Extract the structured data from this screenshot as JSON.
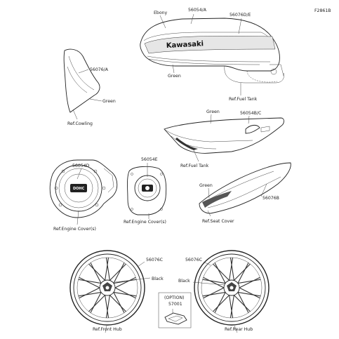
{
  "figure_code": "F2861B",
  "tank_decal": {
    "brand_text": "Kawasaki"
  },
  "labels": {
    "ebony": "Ebony",
    "p56054a": "56054/A",
    "p56076e": "56076D/E",
    "green_tank": "Green",
    "ref_fuel_tank_1": "Ref.Fuel Tank",
    "p56076a": "56076/A",
    "green_cowl": "Green",
    "ref_cowling": "Ref.Cowling",
    "green_side": "Green",
    "p56054bc": "56054B/C",
    "ref_fuel_tank_2": "Ref.Fuel Tank",
    "p56054d": "56054D",
    "p56054e": "56054E",
    "ref_engine_cover_1": "Ref.Engine Cover(s)",
    "ref_engine_cover_2": "Ref.Engine Cover(s)",
    "green_seat": "Green",
    "p56076b": "56076B",
    "ref_seat_cover": "Ref.Seat Cover",
    "p56076c_front": "56076C",
    "black_front": "Black",
    "ref_front_hub": "Ref.Front Hub",
    "p56076c_rear": "56076C",
    "black_rear": "Black",
    "ref_rear_hub": "Ref.Rear Hub",
    "option": "(OPTION)",
    "p57001": "57001"
  },
  "colors": {
    "line": "#333333",
    "background": "#ffffff",
    "tank_band": "#e6e6e6"
  }
}
